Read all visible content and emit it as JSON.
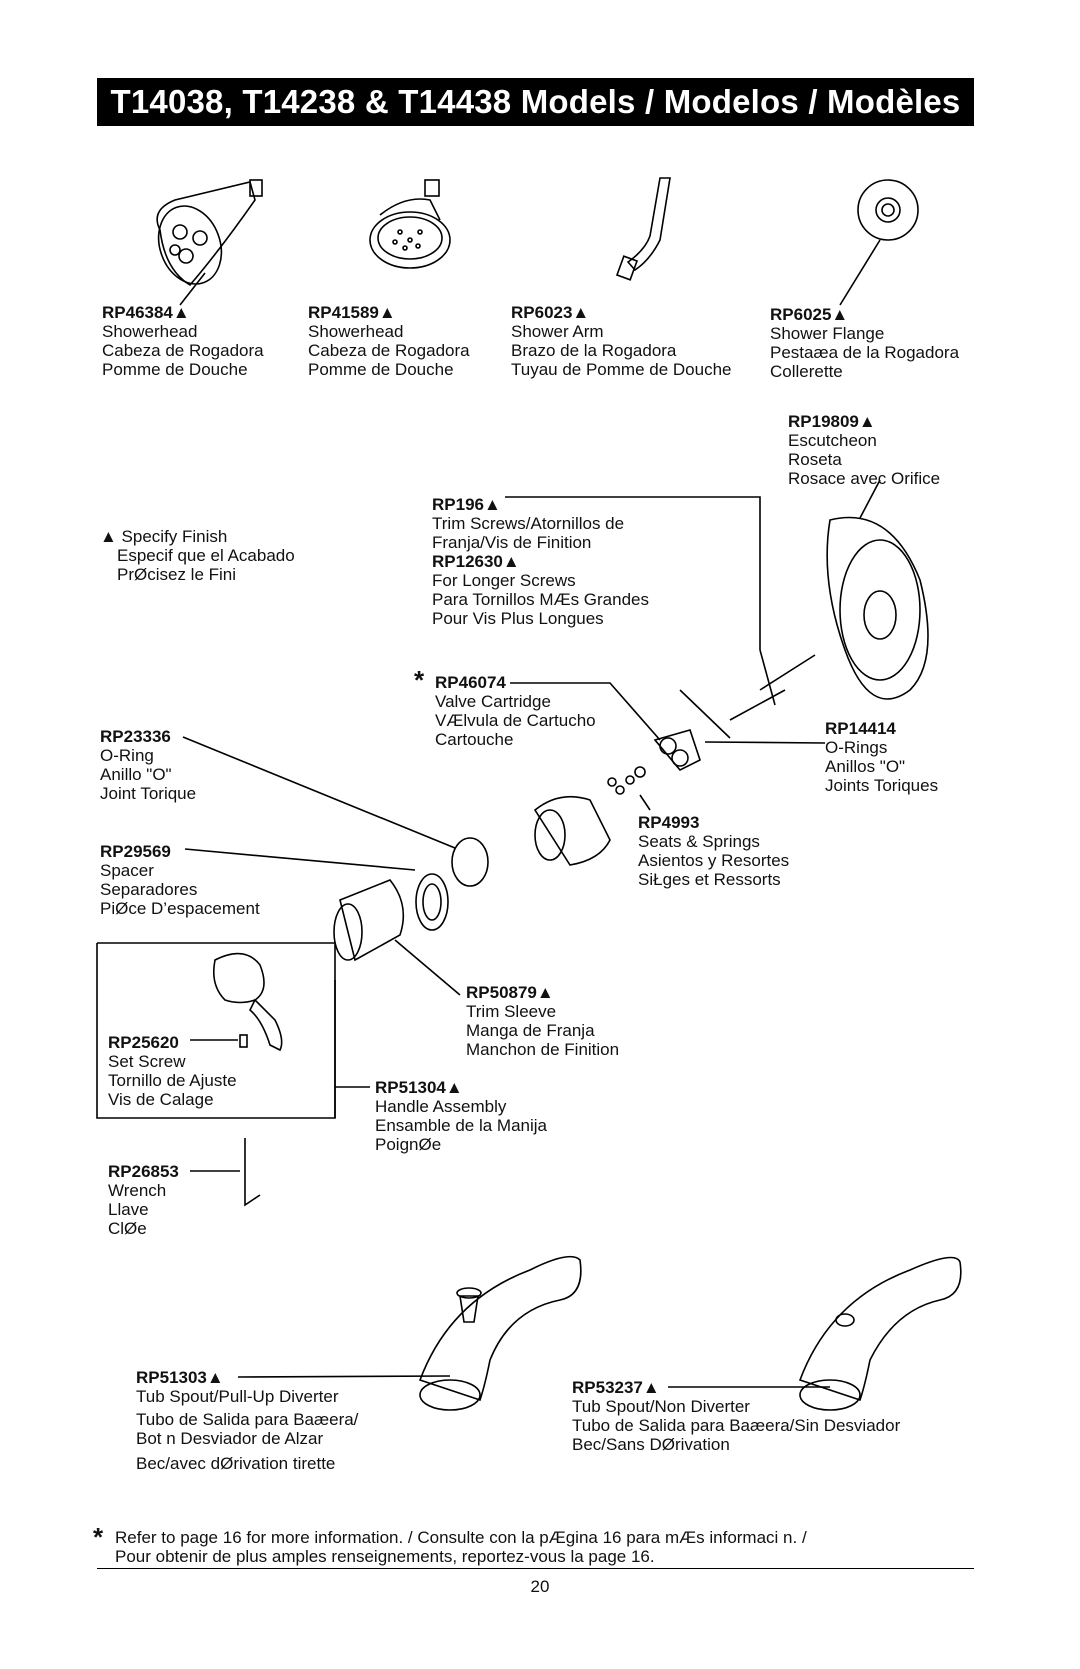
{
  "title": "T14038, T14238 & T14438 Models / Modelos / Modèles",
  "parts": {
    "rp46384": {
      "code": "RP46384▲",
      "lines": [
        "Showerhead",
        "Cabeza de Rogadora",
        "Pomme de Douche"
      ]
    },
    "rp41589": {
      "code": "RP41589▲",
      "lines": [
        "Showerhead",
        "Cabeza de Rogadora",
        "Pomme de Douche"
      ]
    },
    "rp6023": {
      "code": "RP6023▲",
      "lines": [
        "Shower Arm",
        "Brazo de la Rogadora",
        "Tuyau de Pomme de Douche"
      ]
    },
    "rp6025": {
      "code": "RP6025▲",
      "lines": [
        "Shower Flange",
        "Pestaæa de la Rogadora",
        "Collerette"
      ]
    },
    "rp19809": {
      "code": "RP19809▲",
      "lines": [
        "Escutcheon",
        "Roseta",
        "Rosace avec Orifice"
      ]
    },
    "rp196": {
      "code": "RP196▲",
      "lines": [
        "Trim Screws/Atornillos de",
        "Franja/Vis de Finition"
      ]
    },
    "rp12630": {
      "code": "RP12630▲",
      "lines": [
        "For Longer Screws",
        "Para Tornillos MÆs Grandes",
        "Pour Vis Plus Longues"
      ]
    },
    "rp46074": {
      "code": "RP46074",
      "lines": [
        "Valve Cartridge",
        "VÆlvula de Cartucho",
        "Cartouche"
      ]
    },
    "rp23336": {
      "code": "RP23336",
      "lines": [
        "O-Ring",
        "Anillo \"O\"",
        "Joint Torique"
      ]
    },
    "rp14414": {
      "code": "RP14414",
      "lines": [
        "O-Rings",
        "Anillos \"O\"",
        "Joints Toriques"
      ]
    },
    "rp4993": {
      "code": "RP4993",
      "lines": [
        "Seats & Springs",
        "Asientos y Resortes",
        "SiŁges et Ressorts"
      ]
    },
    "rp29569": {
      "code": "RP29569",
      "lines": [
        "Spacer",
        "Separadores",
        "PiØce D’espacement"
      ]
    },
    "rp50879": {
      "code": "RP50879▲",
      "lines": [
        "Trim Sleeve",
        "Manga de Franja",
        "Manchon de Finition"
      ]
    },
    "rp25620": {
      "code": "RP25620",
      "lines": [
        "Set Screw",
        "Tornillo de Ajuste",
        "Vis de Calage"
      ]
    },
    "rp51304": {
      "code": "RP51304▲",
      "lines": [
        "Handle Assembly",
        "Ensamble de la Manija",
        "PoignØe"
      ]
    },
    "rp26853": {
      "code": "RP26853",
      "lines": [
        "Wrench",
        "Llave",
        "ClØe"
      ]
    },
    "rp51303": {
      "code": "RP51303▲",
      "lines": [
        "Tub Spout/Pull-Up Diverter",
        "Tubo de Salida para Baæera/",
        "Bot n Desviador de Alzar",
        "Bec/avec dØrivation   tirette"
      ]
    },
    "rp53237": {
      "code": "RP53237▲",
      "lines": [
        "Tub Spout/Non Diverter",
        "Tubo de Salida para Baæera/Sin Desviador",
        "Bec/Sans DØrivation"
      ]
    }
  },
  "specify_finish": {
    "lines": [
      "▲ Specify Finish",
      "Especif que el Acabado",
      "PrØcisez le Fini"
    ]
  },
  "footnote": {
    "symbol": "*",
    "line1": "Refer to page 16 for more information. / Consulte con la pÆgina 16 para mÆs informaci n. /",
    "line2": "Pour obtenir de plus amples renseignements, reportez-vous   la page 16."
  },
  "page_number": "20"
}
